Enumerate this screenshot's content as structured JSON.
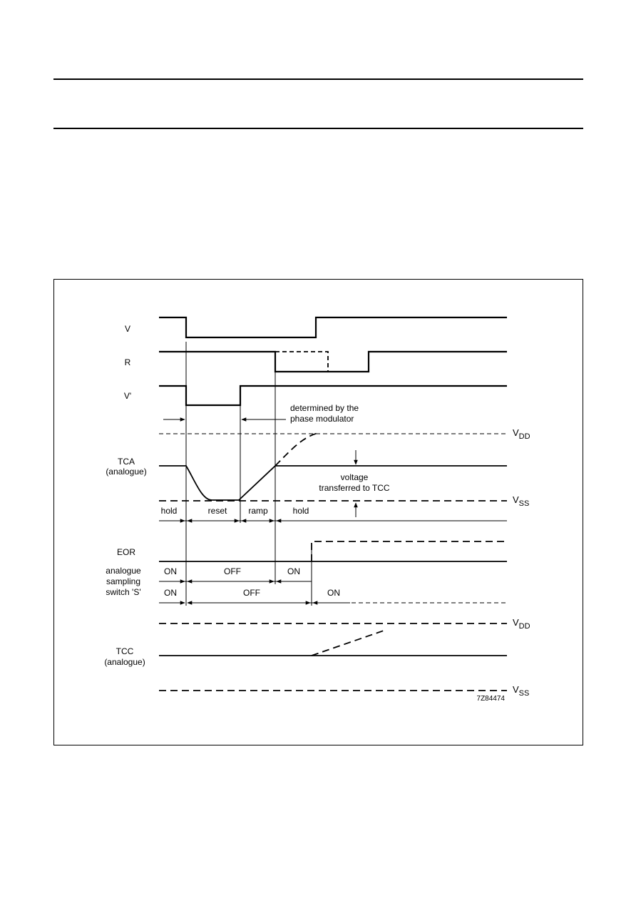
{
  "signals": {
    "v": "V",
    "r": "R",
    "v_prime": "V'",
    "tca": "TCA",
    "tca_sub": "(analogue)",
    "eor": "EOR",
    "switch_line1": "analogue",
    "switch_line2": "sampling",
    "switch_line3": "switch 'S'",
    "tcc": "TCC",
    "tcc_sub": "(analogue)"
  },
  "rails": {
    "vdd": "V",
    "vdd_sub": "DD",
    "vss": "V",
    "vss_sub": "SS"
  },
  "annotations": {
    "phase_line1": "determined by the",
    "phase_line2": "phase modulator",
    "voltage_line1": "voltage",
    "voltage_line2": "transferred to TCC"
  },
  "phases": {
    "hold_left": "hold",
    "reset": "reset",
    "ramp": "ramp",
    "hold_right": "hold"
  },
  "switch_states": {
    "row1": [
      "ON",
      "OFF",
      "ON"
    ],
    "row2": [
      "ON",
      "OFF",
      "ON"
    ]
  },
  "figure_code": "7Z84474"
}
